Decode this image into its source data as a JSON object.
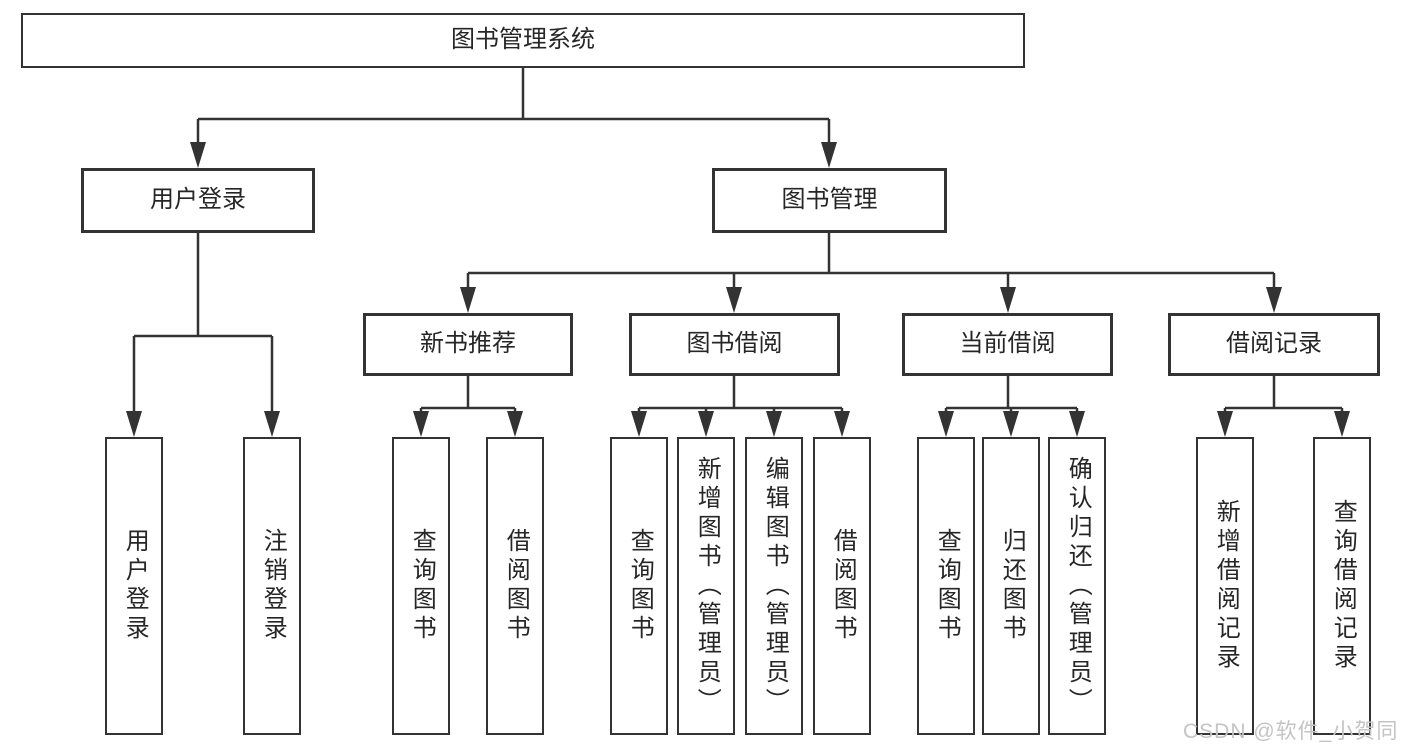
{
  "tree": {
    "label": "图书管理系统",
    "children": [
      {
        "label": "用户登录",
        "children": [
          {
            "label": "用户登录"
          },
          {
            "label": "注销登录"
          }
        ]
      },
      {
        "label": "图书管理",
        "children": [
          {
            "label": "新书推荐",
            "children": [
              {
                "label": "查询图书"
              },
              {
                "label": "借阅图书"
              }
            ]
          },
          {
            "label": "图书借阅",
            "children": [
              {
                "label": "查询图书"
              },
              {
                "label": "新增图书（管理员）"
              },
              {
                "label": "编辑图书（管理员）"
              },
              {
                "label": "借阅图书"
              }
            ]
          },
          {
            "label": "当前借阅",
            "children": [
              {
                "label": "查询图书"
              },
              {
                "label": "归还图书"
              },
              {
                "label": "确认归还（管理员）"
              }
            ]
          },
          {
            "label": "借阅记录",
            "children": [
              {
                "label": "新增借阅记录"
              },
              {
                "label": "查询借阅记录"
              }
            ]
          }
        ]
      }
    ]
  },
  "watermark": {
    "text": "CSDN @软件_小贺同学"
  },
  "colors": {
    "line": "#333333",
    "box_border": "#333333",
    "text": "#262626",
    "watermark": "#c4c4c4",
    "background": "#ffffff"
  }
}
